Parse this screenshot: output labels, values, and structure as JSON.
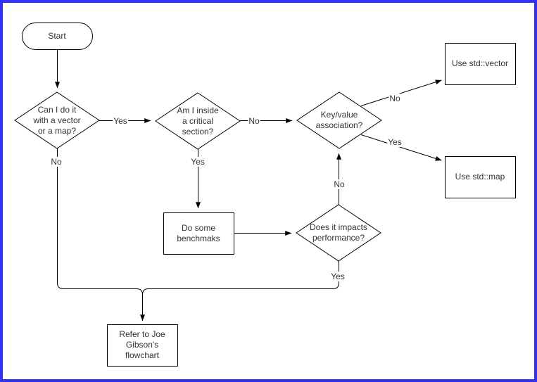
{
  "diagram": {
    "nodes": {
      "start": {
        "label": "Start",
        "shape": "terminator"
      },
      "vector_map_decision": {
        "label": "Can I do it\nwith a vector\nor a map?",
        "shape": "decision"
      },
      "critical_section_decision": {
        "label": "Am I inside\na critical\nsection?",
        "shape": "decision"
      },
      "key_value_decision": {
        "label": "Key/value\nassociation?",
        "shape": "decision"
      },
      "performance_decision": {
        "label": "Does it impacts\nperformance?",
        "shape": "decision"
      },
      "use_std_vector": {
        "label": "Use std::vector",
        "shape": "process"
      },
      "use_std_map": {
        "label": "Use std::map",
        "shape": "process"
      },
      "do_benchmarks": {
        "label": "Do some\nbenchmaks",
        "shape": "process"
      },
      "gibson_flowchart": {
        "label": "Refer to Joe\nGibson's\nflowchart",
        "shape": "process"
      }
    },
    "edge_labels": {
      "vector_map_yes": "Yes",
      "vector_map_no": "No",
      "critical_no": "No",
      "critical_yes": "Yes",
      "keyvalue_no": "No",
      "keyvalue_yes": "Yes",
      "performance_no": "No",
      "performance_yes": "Yes"
    },
    "colors": {
      "page_border": "#3232f0",
      "shape_stroke": "#000000",
      "shape_fill": "#ffffff",
      "label_text": "#333333"
    }
  }
}
